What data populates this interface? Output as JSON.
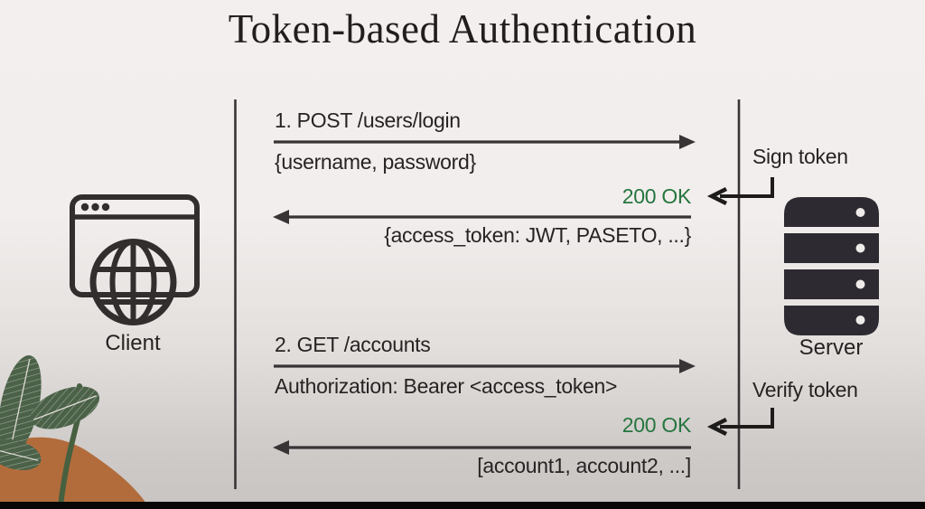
{
  "title": "Token-based Authentication",
  "client": {
    "label": "Client"
  },
  "server": {
    "label": "Server"
  },
  "flow1": {
    "request": "1. POST /users/login",
    "request_payload": "{username, password}",
    "status": "200 OK",
    "response_payload": "{access_token: JWT, PASETO, ...}",
    "server_action": "Sign token"
  },
  "flow2": {
    "request": "2. GET /accounts",
    "request_payload": "Authorization: Bearer <access_token>",
    "status": "200 OK",
    "response_payload": "[account1, account2, ...]",
    "server_action": "Verify token"
  },
  "icons": {
    "client": "browser-window-with-globe",
    "server": "server-rack",
    "decoration": "potted-plant"
  },
  "colors": {
    "status_green": "#26753f",
    "ink": "#272323",
    "line": "#383436",
    "server_fill": "#2d2a31",
    "leaf_green": "#4b6249",
    "pot_orange": "#b26c3c"
  }
}
